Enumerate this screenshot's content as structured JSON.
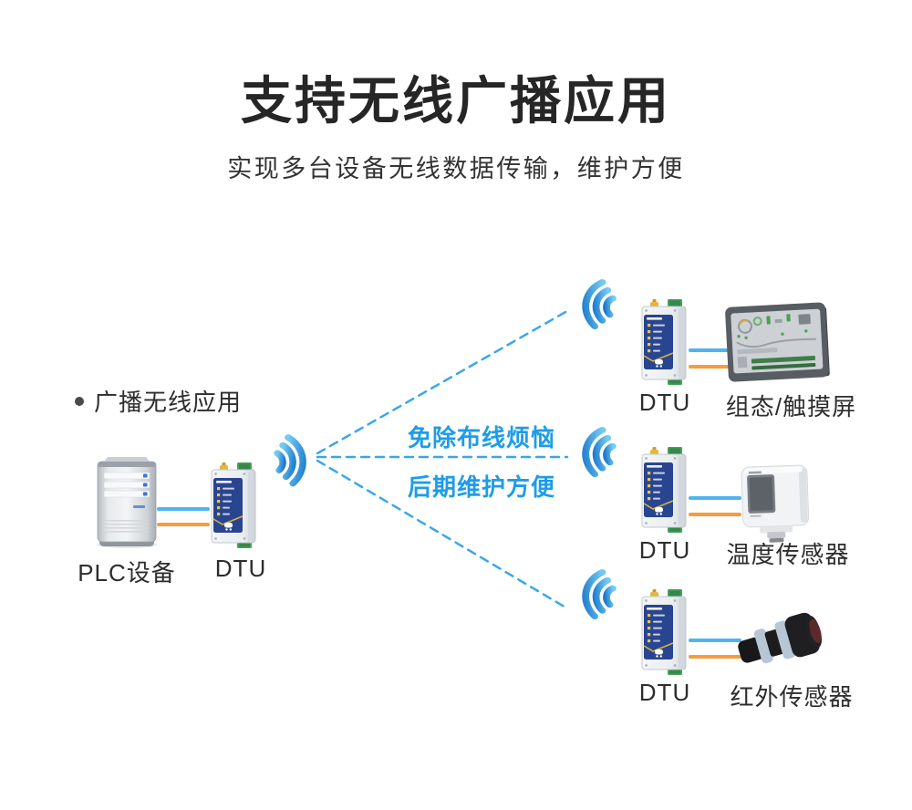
{
  "header": {
    "title": "支持无线广播应用",
    "subtitle": "实现多台设备无线数据传输，维护方便"
  },
  "scene": {
    "bullet_label": "广播无线应用",
    "benefit_line1": "免除布线烦恼",
    "benefit_line2": "后期维护方便"
  },
  "source_group": {
    "plc_label": "PLC设备",
    "dtu_label": "DTU"
  },
  "receivers": [
    {
      "dtu_label": "DTU",
      "target_label": "组态/触摸屏",
      "target_kind": "hmi-touchscreen"
    },
    {
      "dtu_label": "DTU",
      "target_label": "温度传感器",
      "target_kind": "temperature-sensor"
    },
    {
      "dtu_label": "DTU",
      "target_label": "红外传感器",
      "target_kind": "infrared-sensor"
    }
  ],
  "colors": {
    "accent_text_blue": "#1e9ce9",
    "dashed_line_blue": "#39a7e9",
    "wire_blue": "#4fb3ee",
    "wire_orange": "#f79b3d",
    "dtu_panel_blue": "#2a4590",
    "led_yellow": "#f2c53d",
    "terminal_green": "#45a258",
    "title_text": "#262626"
  },
  "icons": {
    "transmit_signal": "wifi-waves-right-icon",
    "receive_signal": "wifi-waves-left-icon",
    "bullet": "bullet-dot-icon"
  }
}
